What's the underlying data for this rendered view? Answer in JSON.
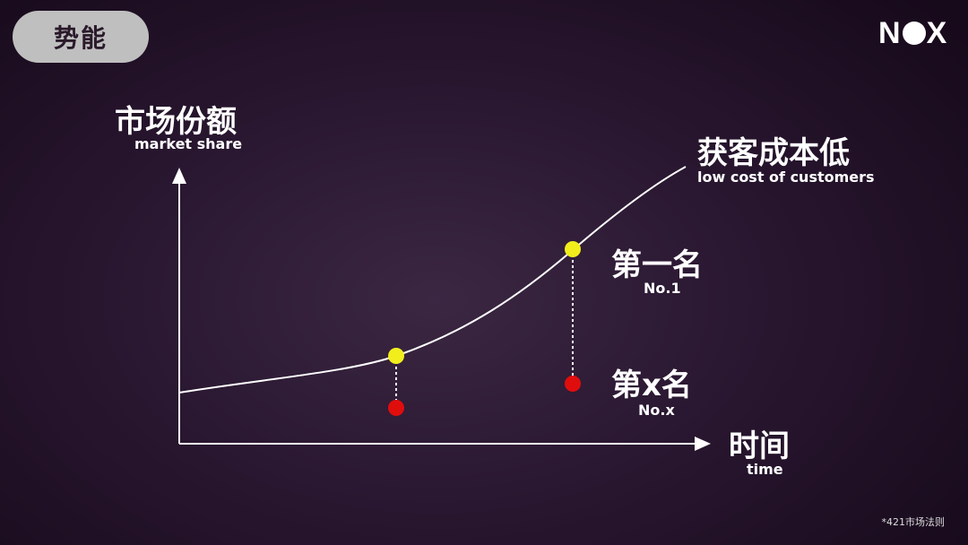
{
  "badge": "势能",
  "logo": "NOX",
  "y_axis": {
    "cn": "市场份额",
    "en": "market share"
  },
  "x_axis": {
    "cn": "时间",
    "en": "time"
  },
  "curve_label": {
    "cn": "获客成本低",
    "en": "low cost of customers"
  },
  "first": {
    "cn": "第一名",
    "en": "No.1"
  },
  "xth": {
    "cn": "第x名",
    "en": "No.x"
  },
  "footnote": "*421市场法则",
  "colors": {
    "highlight": "#f2ee1c",
    "marker": "#e00d0d"
  }
}
